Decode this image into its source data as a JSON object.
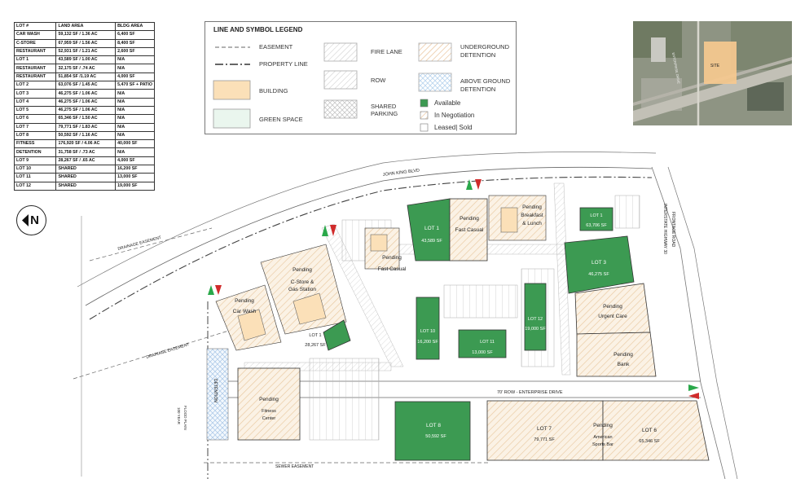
{
  "lot_table": {
    "headers": [
      "LOT #",
      "LAND AREA",
      "BLDG AREA"
    ],
    "rows": [
      [
        "CAR WASH",
        "59,132 SF / 1.36 AC",
        "6,400 SF"
      ],
      [
        "C-STORE",
        "67,959 SF / 1.56 AC",
        "8,400 SF"
      ],
      [
        "RESTAURANT",
        "52,931 SF / 1.21 AC",
        "2,600 SF"
      ],
      [
        "LOT 1",
        "43,589 SF / 1.00 AC",
        "N/A"
      ],
      [
        "RESTAURANT",
        "32,175 SF / .74 AC",
        "N/A"
      ],
      [
        "RESTAURANT",
        "51,854 SF /1.19 AC",
        "4,000 SF"
      ],
      [
        "LOT 2",
        "63,076 SF / 1.45 AC",
        "5,470 SF + PATIO"
      ],
      [
        "LOT 3",
        "46,275 SF / 1.06 AC",
        "N/A"
      ],
      [
        "LOT 4",
        "46,275 SF / 1.06 AC",
        "N/A"
      ],
      [
        "LOT 5",
        "46,275 SF / 1.06 AC",
        "N/A"
      ],
      [
        "LOT 6",
        "65,346 SF / 1.50 AC",
        "N/A"
      ],
      [
        "LOT 7",
        "79,771 SF / 1.83 AC",
        "N/A"
      ],
      [
        "LOT 8",
        "50,592 SF / 1.16 AC",
        "N/A"
      ],
      [
        "FITNESS",
        "176,920 SF / 4.06 AC",
        "40,000 SF"
      ],
      [
        "DETENTION",
        "31,758 SF / .73 AC",
        "N/A"
      ],
      [
        "LOT 9",
        "28,267 SF / .65 AC",
        "4,000 SF"
      ],
      [
        "LOT 10",
        "SHARED",
        "16,200 SF"
      ],
      [
        "LOT 11",
        "SHARED",
        "13,000 SF"
      ],
      [
        "LOT 12",
        "SHARED",
        "19,000 SF"
      ]
    ]
  },
  "legend": {
    "title": "LINE AND SYMBOL LEGEND",
    "easement": "EASEMENT",
    "property_line": "PROPERTY LINE",
    "building": "BUILDING",
    "green_space": "GREEN SPACE",
    "fire_lane": "FIRE LANE",
    "row": "ROW",
    "shared_parking_1": "SHARED",
    "shared_parking_2": "PARKING",
    "underground_1": "UNDERGROUND",
    "underground_2": "DETENTION",
    "aboveground_1": "ABOVE GROUND",
    "aboveground_2": "DETENTION",
    "available": "Available",
    "in_negotiation": "In Negotiation",
    "leased_sold": "Leased| Sold"
  },
  "aerial": {
    "label": "SITE",
    "road": "ENTERPRISE DRIVE"
  },
  "north": "N",
  "colors": {
    "available": "#3c9a52",
    "negotiation": "#f6ead8",
    "building": "#fbe0b8",
    "lines": "#555555"
  },
  "roads": {
    "john_king": "JOHN KING BLVD",
    "enterprise": "70' ROW - ENTERPRISE DRIVE",
    "interstate_1": "INTERSTATE HIGHWAY 30",
    "interstate_2": "FRONTAGE ROAD",
    "drainage_1": "DRAINAGE EASEMENT",
    "drainage_2": "DRAINAGE EASEMENT",
    "sewer": "SEWER EASEMENT",
    "flood_1": "100 YEAR",
    "flood_2": "FLOOD PLAIN",
    "detention": "DETENTION"
  },
  "parcels": {
    "lot1_name": "LOT 1",
    "lot1_area": "43,589 SF",
    "fastcasual_status": "Pending",
    "fastcasual_name": "Fast Casual",
    "breakfast_status": "Pending",
    "breakfast_name1": "Breakfast",
    "breakfast_name2": "& Lunch",
    "lot2_name": "LOT 1",
    "lot2_area": "63,706 SF",
    "lot3_name": "LOT 3",
    "lot3_area": "46,275 SF",
    "urgent_status": "Pending",
    "urgent_name": "Urgent Care",
    "bank_status": "Pending",
    "bank_name": "Bank",
    "fc2_status": "Pending",
    "fc2_name": "Fast Casual",
    "cstore_status": "Pending",
    "cstore_name1": "C-Store &",
    "cstore_name2": "Gas Station",
    "carwash_status": "Pending",
    "carwash_name": "Car Wash",
    "lot9_name": "LOT 1",
    "lot9_area": "28,267 SF",
    "lot10_name": "LOT 10",
    "lot10_area": "16,200 SF",
    "lot11_name": "LOT 11",
    "lot11_area": "13,000 SF",
    "lot12_name": "LOT 12",
    "lot12_area": "19,000 SF",
    "fitness_status": "Pending",
    "fitness_name1": "Fitness",
    "fitness_name2": "Center",
    "lot8_name": "LOT 8",
    "lot8_area": "50,592 SF",
    "lot7_name": "LOT 7",
    "lot7_area": "79,771 SF",
    "sports_status": "Pending",
    "sports_name1": "American",
    "sports_name2": "Sports Bar",
    "lot6_name": "LOT 6",
    "lot6_area": "65,346 SF"
  }
}
